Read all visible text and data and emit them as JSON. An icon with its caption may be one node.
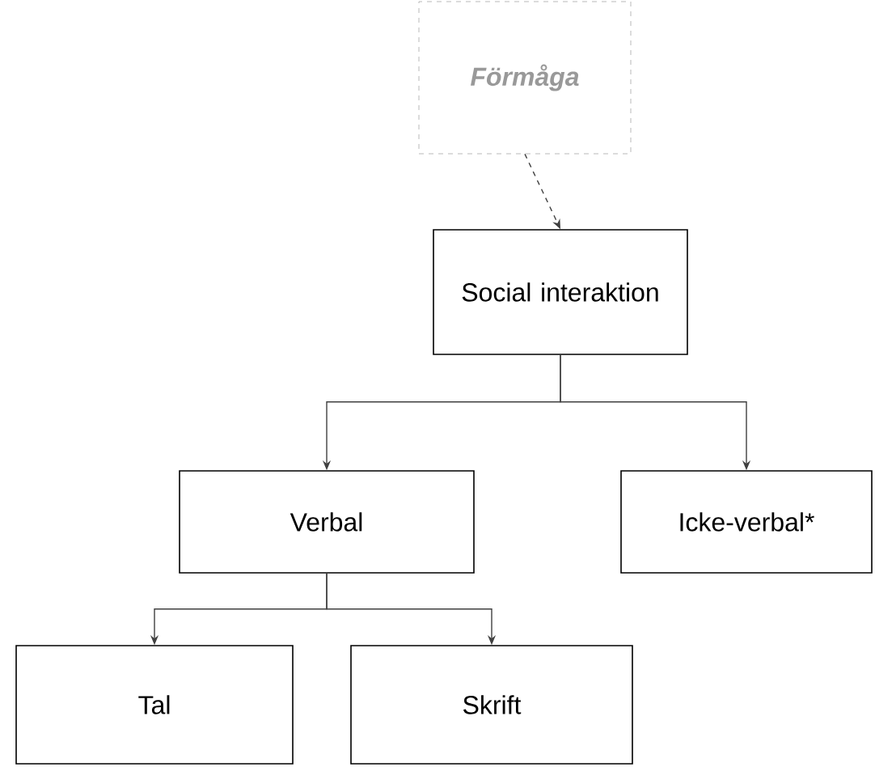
{
  "diagram": {
    "nodes": [
      {
        "text": [
          "Förmåga"
        ]
      },
      {
        "text": [
          "Social interaktion"
        ]
      },
      {
        "text": [
          "Verbal"
        ]
      },
      {
        "text": [
          "Icke-verbal*"
        ]
      },
      {
        "text": [
          "Tal"
        ]
      },
      {
        "text": [
          "Skrift"
        ]
      }
    ],
    "edges": [
      {
        "from": 0,
        "to": 1,
        "arrow": "to",
        "style": "dashed"
      },
      {
        "from": 1,
        "to": 2,
        "arrow": "to"
      },
      {
        "from": 1,
        "to": 3,
        "arrow": "to"
      },
      {
        "from": 2,
        "to": 4,
        "arrow": "to"
      },
      {
        "from": 2,
        "to": 5,
        "arrow": "to"
      }
    ]
  }
}
